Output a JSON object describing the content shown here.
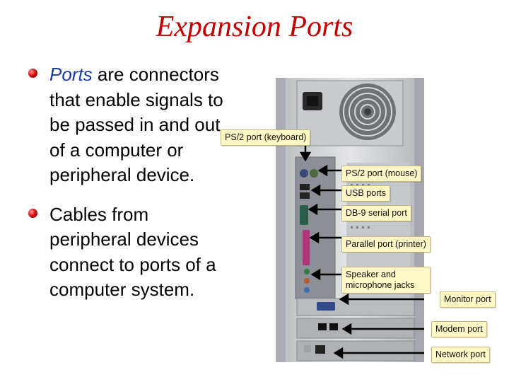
{
  "slide": {
    "title": "Expansion Ports",
    "bullets": [
      {
        "lead": "Ports",
        "rest": " are connectors that enable signals to be passed in and out of a computer or peripheral device."
      },
      {
        "text": "Cables from peripheral devices connect to ports of a computer system."
      }
    ]
  },
  "callouts": {
    "ps2_keyboard": "PS/2 port (keyboard)",
    "ps2_mouse": "PS/2 port (mouse)",
    "usb": "USB ports",
    "db9": "DB-9 serial port",
    "parallel": "Parallel port (printer)",
    "speaker": "Speaker and microphone jacks",
    "monitor": "Monitor port",
    "modem": "Modem port",
    "network": "Network port"
  },
  "colors": {
    "title": "#c00000",
    "accent": "#1a3aa0",
    "callout_bg": "#fff8c6"
  }
}
